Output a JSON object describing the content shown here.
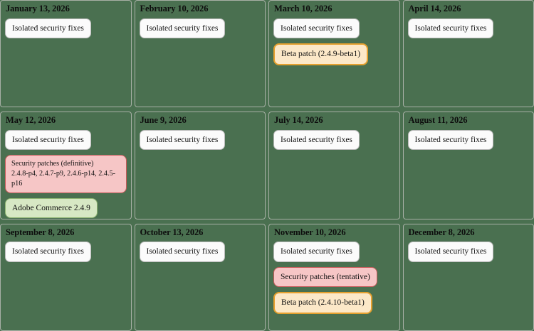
{
  "colors": {
    "page_background": "#4a7050",
    "cell_border": "#a8b0a6",
    "badge_neutral_bg": "#fbfbfb",
    "badge_neutral_border": "#b9b9b9",
    "badge_beta_bg": "#fce8c8",
    "badge_beta_border": "#e5a02e",
    "badge_security_bg": "#f6c6c6",
    "badge_security_border": "#c85a5a",
    "badge_release_bg": "#d7e8c4",
    "badge_release_border": "#8fb572",
    "heading_text": "#0d0d0d"
  },
  "calendar": {
    "months": [
      {
        "date": "January 13, 2026",
        "badges": [
          {
            "type": "neutral",
            "label": "Isolated security fixes"
          }
        ]
      },
      {
        "date": "February 10, 2026",
        "badges": [
          {
            "type": "neutral",
            "label": "Isolated security fixes"
          }
        ]
      },
      {
        "date": "March 10, 2026",
        "badges": [
          {
            "type": "neutral",
            "label": "Isolated security fixes"
          },
          {
            "type": "beta",
            "label": "Beta patch (2.4.9-beta1)"
          }
        ]
      },
      {
        "date": "April 14, 2026",
        "badges": [
          {
            "type": "neutral",
            "label": "Isolated security fixes"
          }
        ]
      },
      {
        "date": "May 12, 2026",
        "badges": [
          {
            "type": "neutral",
            "label": "Isolated security fixes"
          },
          {
            "type": "security-multiline",
            "line1": "Security patches (definitive)",
            "line2": "2.4.8-p4, 2.4.7-p9, 2.4.6-p14, 2.4.5-p16"
          },
          {
            "type": "release",
            "label": "Adobe Commerce 2.4.9"
          }
        ]
      },
      {
        "date": "June 9, 2026",
        "badges": [
          {
            "type": "neutral",
            "label": "Isolated security fixes"
          }
        ]
      },
      {
        "date": "July 14, 2026",
        "badges": [
          {
            "type": "neutral",
            "label": "Isolated security fixes"
          }
        ]
      },
      {
        "date": "August 11, 2026",
        "badges": [
          {
            "type": "neutral",
            "label": "Isolated security fixes"
          }
        ]
      },
      {
        "date": "September 8, 2026",
        "badges": [
          {
            "type": "neutral",
            "label": "Isolated security fixes"
          }
        ]
      },
      {
        "date": "October 13, 2026",
        "badges": [
          {
            "type": "neutral",
            "label": "Isolated security fixes"
          }
        ]
      },
      {
        "date": "November 10, 2026",
        "badges": [
          {
            "type": "neutral",
            "label": "Isolated security fixes"
          },
          {
            "type": "security",
            "label": "Security patches (tentative)"
          },
          {
            "type": "beta",
            "label": "Beta patch (2.4.10-beta1)"
          }
        ]
      },
      {
        "date": "December 8, 2026",
        "badges": [
          {
            "type": "neutral",
            "label": "Isolated security fixes"
          }
        ]
      }
    ]
  }
}
